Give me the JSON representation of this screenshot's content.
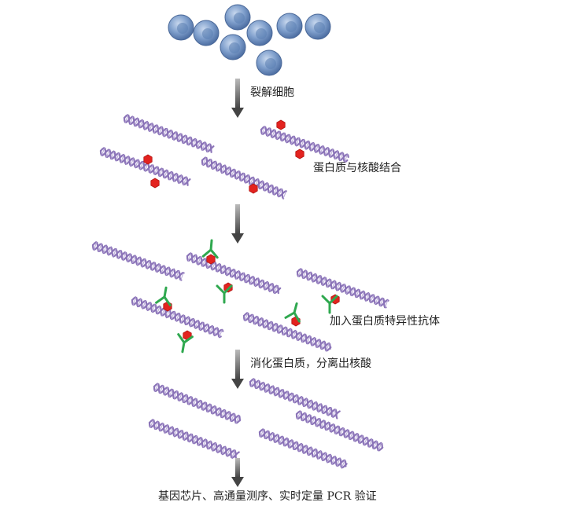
{
  "steps": {
    "lyse": "裂解细胞",
    "bind": "蛋白质与核酸结合",
    "antibody": "加入蛋白质特异性抗体",
    "digest": "消化蛋白质，分离出核酸",
    "analyze": "基因芯片、高通量测序、实时定量 PCR 验证"
  },
  "colors": {
    "cell": "#6f93c2",
    "dna": "#8b74b8",
    "protein": "#e3231f",
    "antibody": "#2fa84f",
    "arrow": "#444444"
  }
}
